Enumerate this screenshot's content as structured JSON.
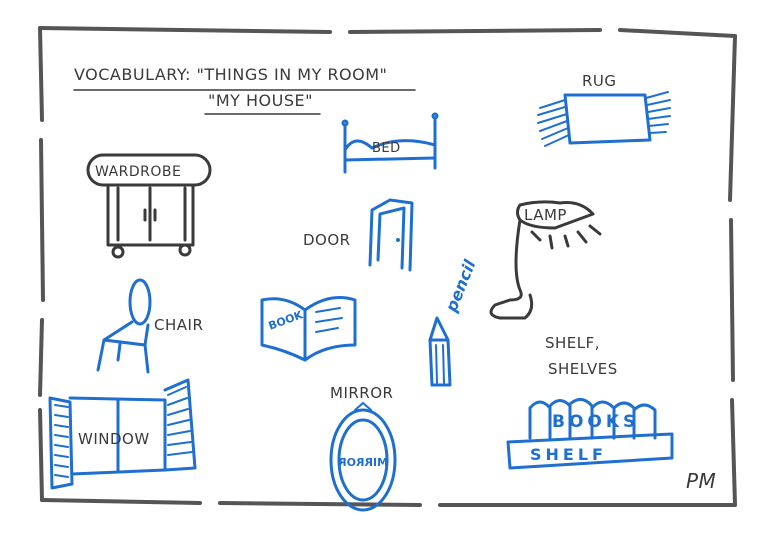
{
  "title": {
    "line1": "VOCABULARY: \"THINGS IN MY ROOM\"",
    "line2": "\"MY HOUSE\""
  },
  "words": {
    "rug": "RUG",
    "bed": "BED",
    "wardrobe": "WARDROBE",
    "door": "DOOR",
    "lamp": "LAMP",
    "chair": "CHAIR",
    "book": "BOOK",
    "pencil": "pencil",
    "shelf_shelves_1": "SHELF,",
    "shelf_shelves_2": "SHELVES",
    "window": "WINDOW",
    "mirror": "MIRROR",
    "mirror_reflected": "MIRROR",
    "books": "BOOKS",
    "shelf": "SHELF"
  },
  "signature": "PM",
  "colors": {
    "dark_ink": "#3a3a3a",
    "blue_ink": "#1f6fd1",
    "paper": "#ffffff"
  }
}
